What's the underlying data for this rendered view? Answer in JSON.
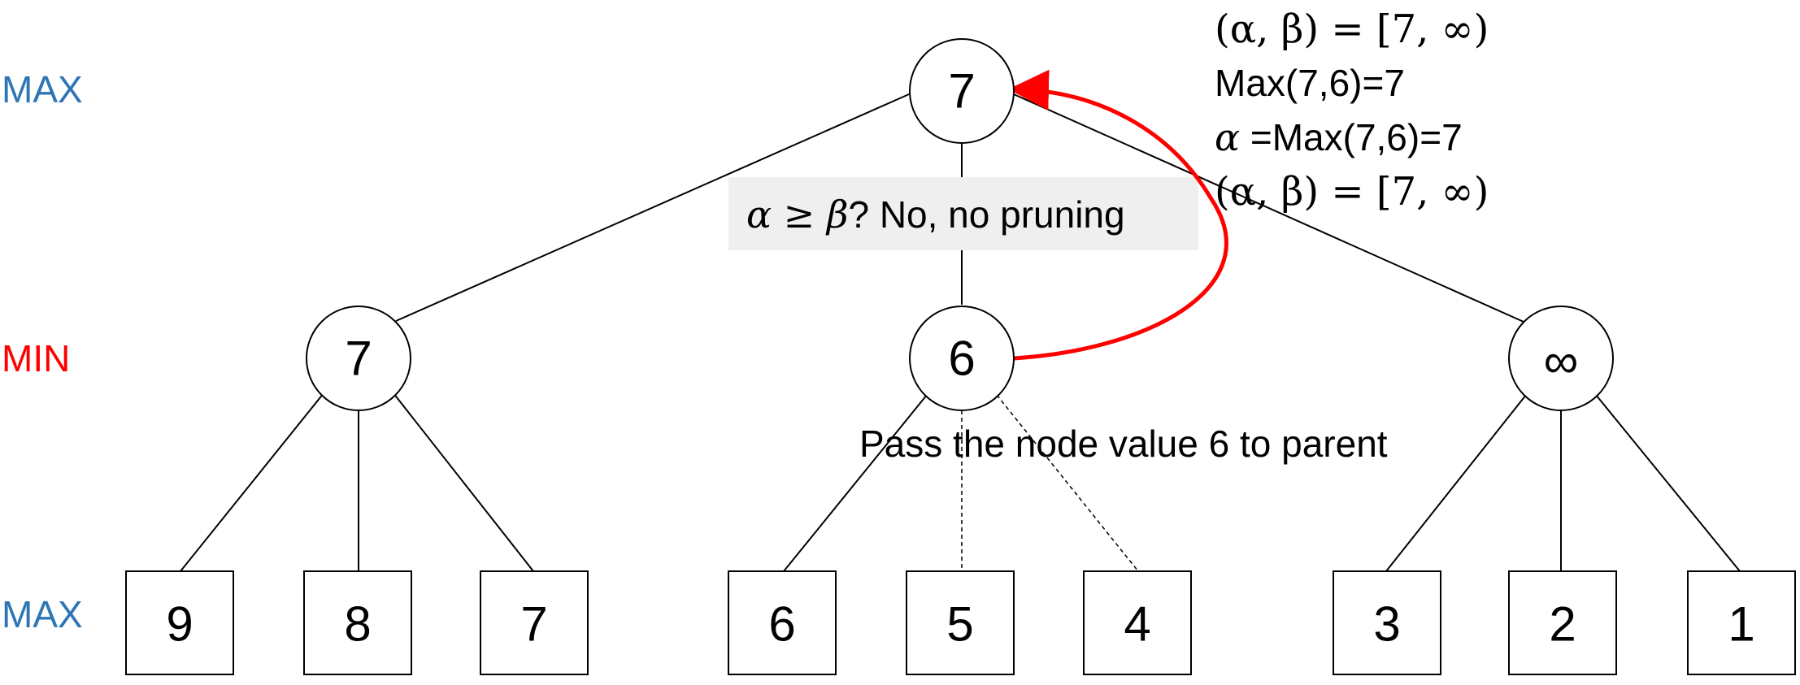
{
  "level_labels": {
    "top": "MAX",
    "middle": "MIN",
    "bottom": "MAX"
  },
  "colors": {
    "max_label": "#2e75b6",
    "min_label": "#ff0000",
    "arrow": "#ff0000",
    "note_box": "#efefef",
    "line": "#000000"
  },
  "nodes": {
    "root": "7",
    "min_left": "7",
    "min_mid": "6",
    "min_right": "∞"
  },
  "leaves": [
    "9",
    "8",
    "7",
    "6",
    "5",
    "4",
    "3",
    "2",
    "1"
  ],
  "annotations": {
    "ab_line1": "(α, β) = [7, ∞)",
    "max_line": "Max(7,6)=7",
    "alpha_symbol": "α",
    "alpha_rest": " =Max(7,6)=7",
    "ab_line2": "(α, β) = [7, ∞)",
    "prune_math": "α ≥ β",
    "prune_text": "? No, no pruning",
    "pass_text": "Pass the node value 6 to parent"
  }
}
